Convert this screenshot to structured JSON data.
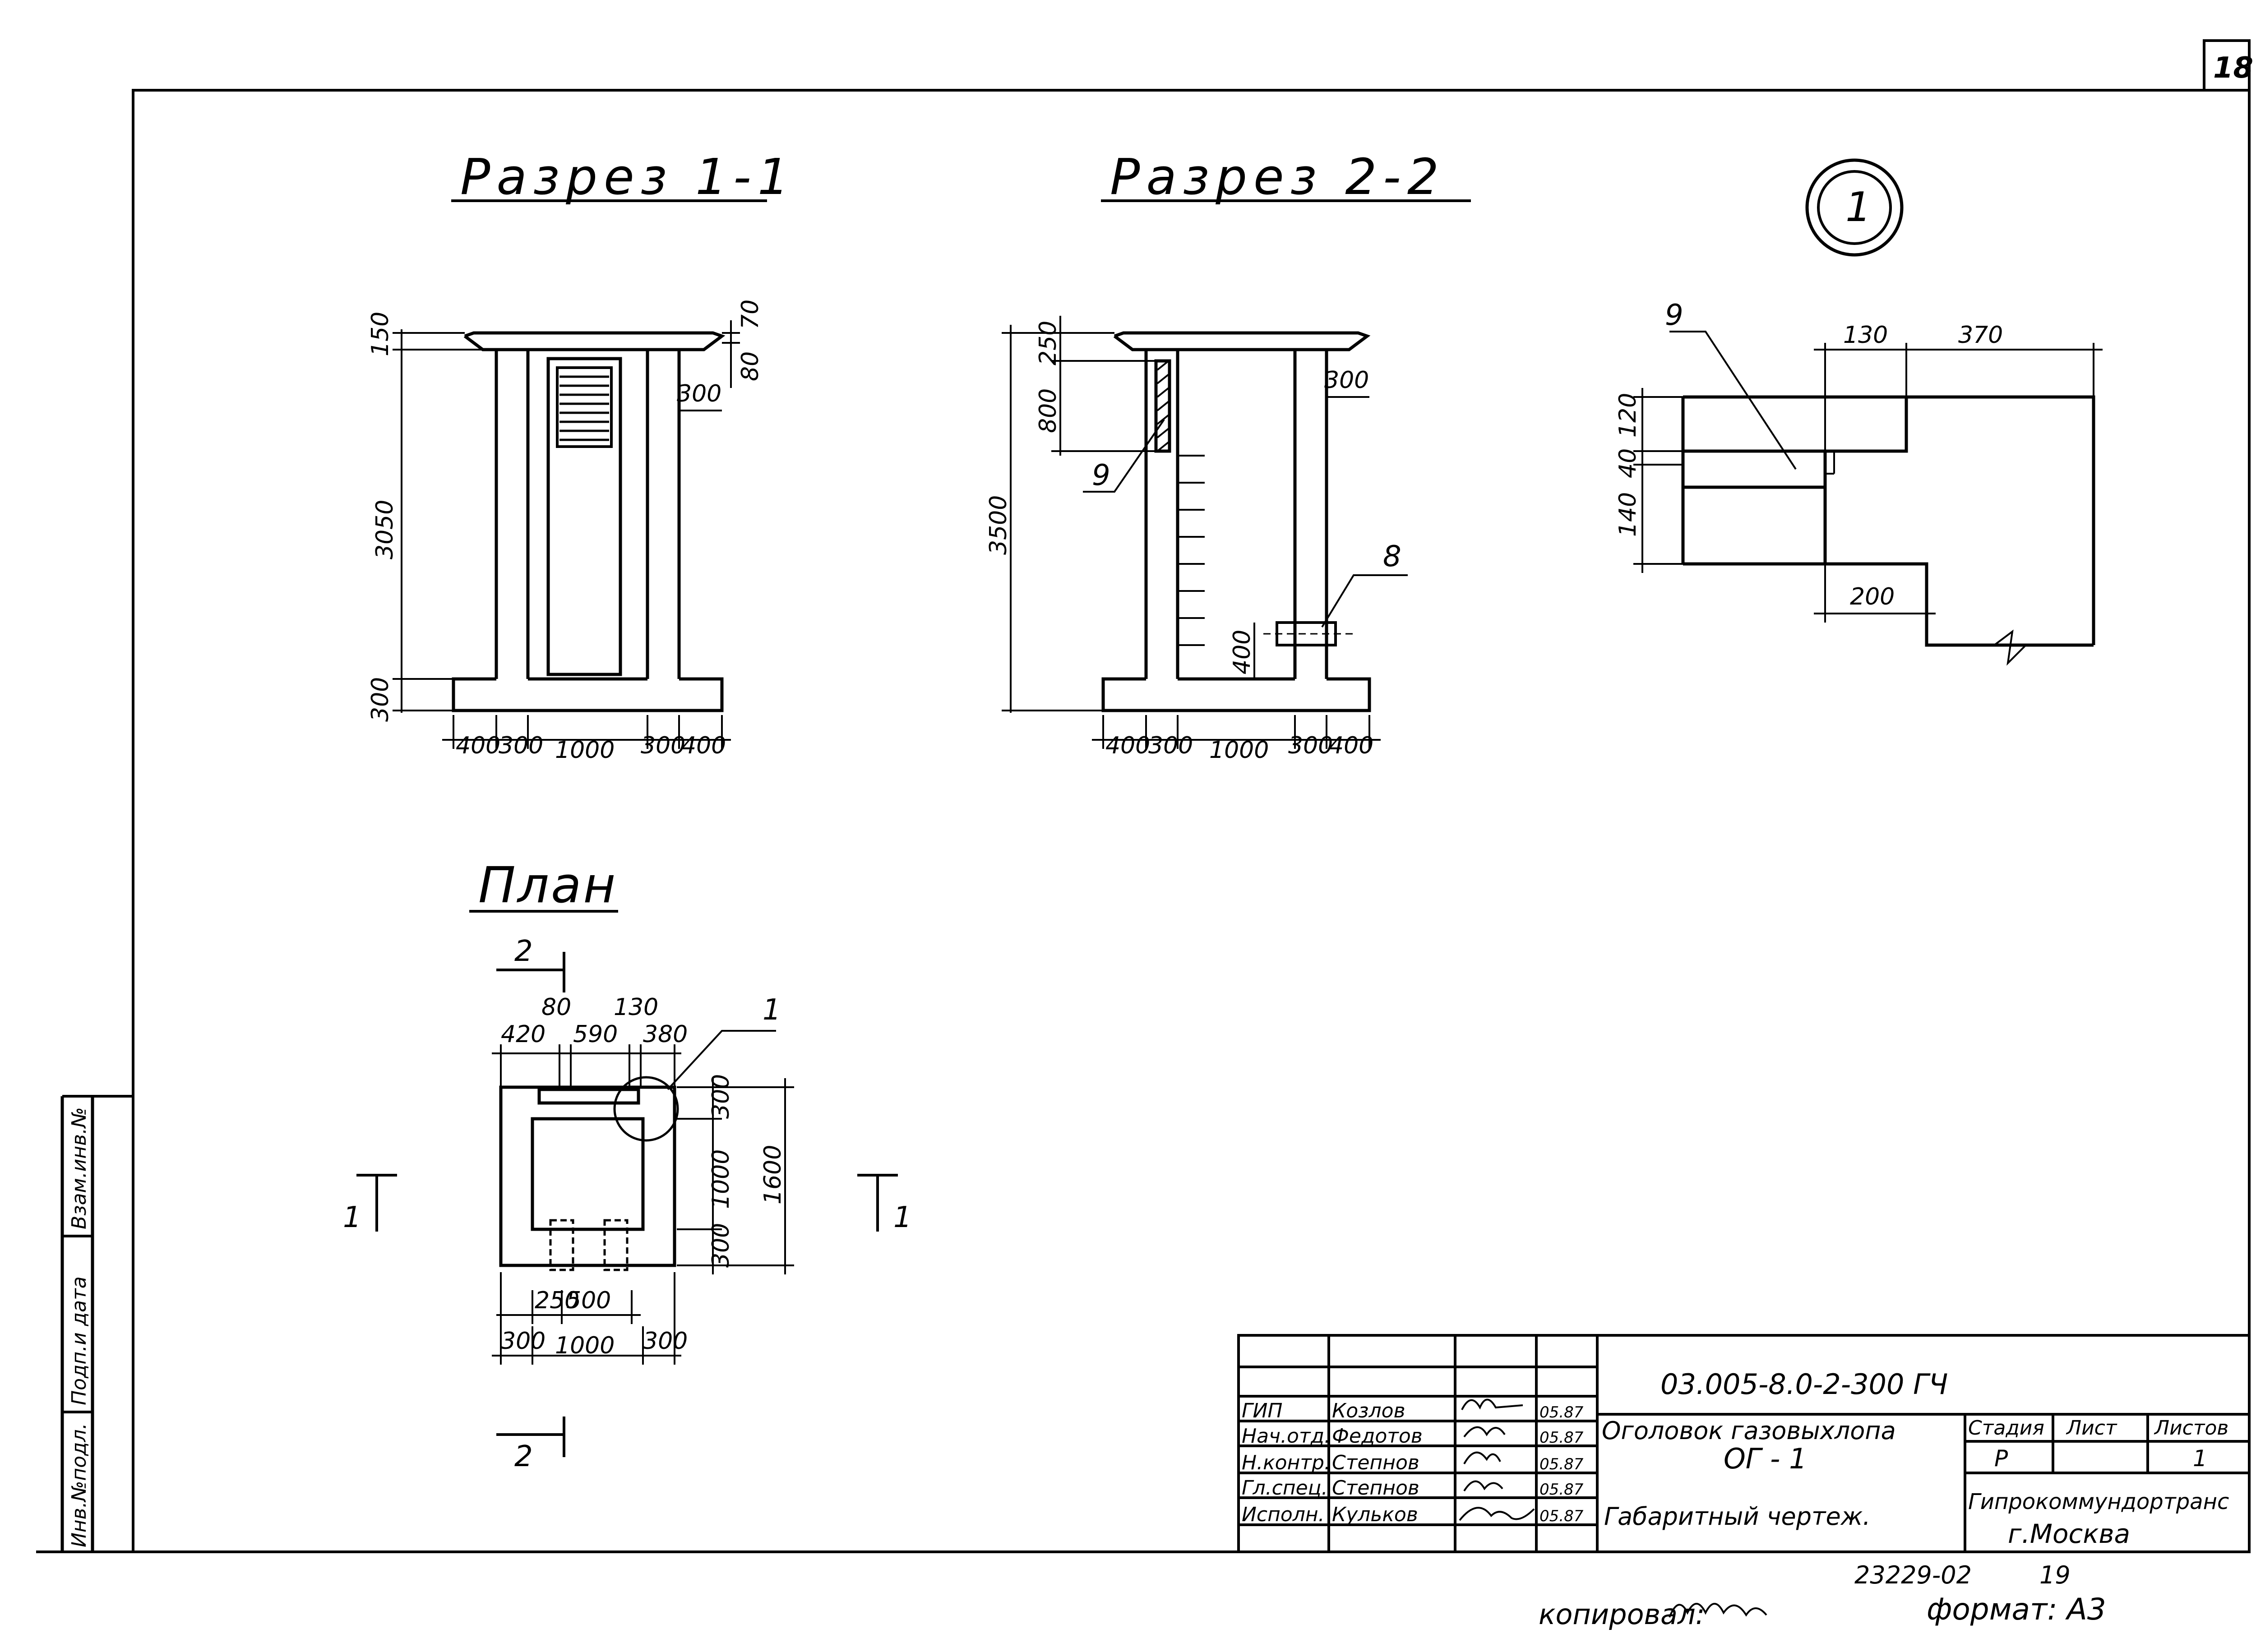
{
  "sheet": {
    "page_number": "18"
  },
  "views": {
    "section_1": {
      "title": "Разрез 1-1",
      "dims": {
        "top": "150",
        "top_right_a": "70",
        "top_right_b": "80",
        "wall": "300",
        "height": "3050",
        "bottom": "300",
        "base": [
          "400",
          "300",
          "1000",
          "300",
          "400"
        ]
      }
    },
    "section_2": {
      "title": "Разрез 2-2",
      "dims": {
        "top_a": "250",
        "top_b": "800",
        "height": "3500",
        "wall": "300",
        "low": "400",
        "base": [
          "400",
          "300",
          "1000",
          "300",
          "400"
        ]
      },
      "callouts": {
        "nine": "9",
        "eight": "8"
      }
    },
    "detail": {
      "number": "1",
      "dims": {
        "a": "130",
        "b": "370",
        "c": "120",
        "d": "40",
        "e": "140",
        "f": "200"
      },
      "callout": "9"
    },
    "plan": {
      "title": "План",
      "cut_marks": {
        "two": "2",
        "one": "1"
      },
      "callout": "1",
      "dims": {
        "top": [
          "420",
          "80",
          "590",
          "130",
          "380"
        ],
        "right": [
          "300",
          "1000",
          "300"
        ],
        "right_total": "1600",
        "bottom_inner": [
          "250",
          "500"
        ],
        "bottom": [
          "300",
          "1000",
          "300"
        ]
      }
    }
  },
  "side_stamp": [
    "Инв.№подл.",
    "Подп.и дата",
    "Взам.инв.№"
  ],
  "title_block": {
    "doc_code": "03.005-8.0-2-300 ГЧ",
    "roles": [
      {
        "role": "ГИП",
        "name": "Козлов",
        "date": "05.87"
      },
      {
        "role": "Нач.отд.",
        "name": "Федотов",
        "date": "05.87"
      },
      {
        "role": "Н.контр.",
        "name": "Степнов",
        "date": "05.87"
      },
      {
        "role": "Гл.спец.",
        "name": "Степнов",
        "date": "05.87"
      },
      {
        "role": "Исполн.",
        "name": "Кульков",
        "date": "05.87"
      }
    ],
    "object_line1": "Оголовок газовыхлопа",
    "object_line2": "ОГ - 1",
    "sheet_name": "Габаритный чертеж.",
    "stage_label": "Стадия",
    "sheet_label": "Лист",
    "sheets_label": "Листов",
    "stage": "Р",
    "sheets": "1",
    "org_line1": "Гипрокоммундортранс",
    "org_line2": "г.Москва"
  },
  "footer": {
    "number": "23229-02",
    "number2": "19",
    "copied": "копировал:",
    "format": "формат: А3"
  }
}
